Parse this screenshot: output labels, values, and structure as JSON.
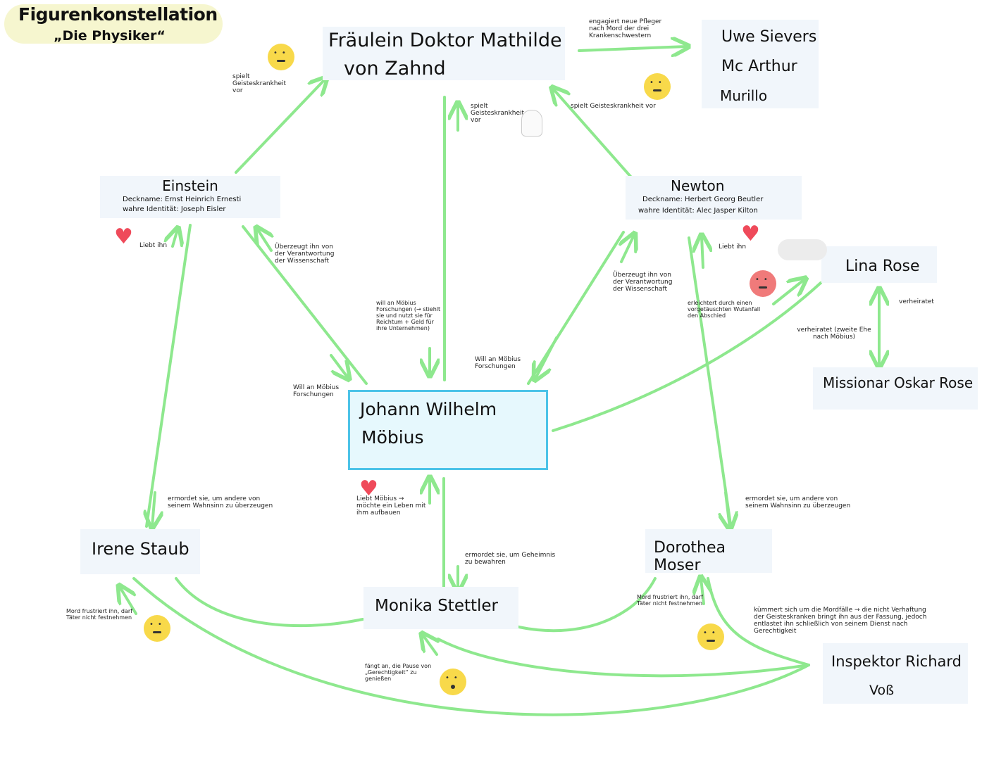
{
  "title": {
    "line1": "Figurenkonstellation",
    "line2": "„Die Physiker“"
  },
  "colors": {
    "edge": "#8ee88e",
    "mobius_border": "#4cc3e8",
    "mobius_fill": "#e6f8fd",
    "box": "#f1f6fb",
    "highlight": "#f6f6cf",
    "heart": "#ef4a5a",
    "emoji": "#f8d94a",
    "angry": "#f07a7a"
  },
  "nodes": {
    "zahnd": {
      "line1": "Fräulein Doktor Mathilde",
      "line2": "von Zahnd"
    },
    "pfleger": {
      "line1": "Uwe Sievers",
      "line2": "Mc Arthur",
      "line3": "Murillo"
    },
    "einstein": {
      "name": "Einstein",
      "deckname": "Deckname: Ernst Heinrich Ernesti",
      "identitaet": "wahre Identität: Joseph Eisler"
    },
    "newton": {
      "name": "Newton",
      "deckname": "Deckname: Herbert Georg Beutler",
      "identitaet": "wahre Identität: Alec Jasper Kilton"
    },
    "lina": {
      "name": "Lina Rose"
    },
    "oskar": {
      "name": "Missionar Oskar Rose"
    },
    "mobius": {
      "line1": "Johann Wilhelm",
      "line2": "Möbius"
    },
    "irene": {
      "name": "Irene Staub"
    },
    "monika": {
      "name": "Monika Stettler"
    },
    "dorothea": {
      "name": "Dorothea Moser"
    },
    "voss": {
      "line1": "Inspektor Richard",
      "line2": "Voß"
    }
  },
  "labels": {
    "pfleger": "engagiert neue Pfleger nach Mord der drei Krankenschwestern",
    "einstein_gk": "spielt Geisteskrankheit vor",
    "mobius_gk": "spielt Geisteskrankheit vor",
    "newton_gk": "spielt Geisteskrankheit vor",
    "einstein_liebt": "Liebt ihn",
    "newton_liebt": "Liebt ihn",
    "einstein_ueberzeugt": "Überzeugt ihn von der Verantwortung der Wissenschaft",
    "newton_ueberzeugt": "Überzeugt ihn von der Verantwortung der Wissenschaft",
    "zahnd_will": "will an Möbius Forschungen (→ stiehlt sie und nutzt sie für Reichtum + Geld für ihre Unternehmen)",
    "einstein_will": "Will an Möbius Forschungen",
    "newton_will": "Will an Möbius Forschungen",
    "lina_erleichtert": "erleichtert durch einen vorgetäuschten Wutanfall den Abschied",
    "lina_oskar_1": "verheiratet",
    "lina_oskar_2": "verheiratet (zweite Ehe nach Möbius)",
    "monika_liebt": "Liebt Möbius → möchte ein Leben mit ihm aufbauen",
    "einstein_irene": "ermordet sie, um andere von seinem Wahnsinn zu überzeugen",
    "newton_dorothea": "ermordet sie, um andere von seinem Wahnsinn zu überzeugen",
    "mobius_monika": "ermordet sie, um Geheimnis zu bewahren",
    "voss_irene": "Mord frustriert ihn, darf Täter nicht festnehmen",
    "voss_dorothea": "Mord frustriert ihn, darf Täter nicht festnehmen",
    "voss_monika": "fängt an, die Pause von „Gerechtigkeit“ zu genießen",
    "voss_kuemmert": "kümmert sich um die Mordfälle → die nicht Verhaftung der Geisteskranken bringt ihn aus der Fassung, jedoch entlastet ihn schließlich von seinem Dienst nach Gerechtigkeit"
  }
}
